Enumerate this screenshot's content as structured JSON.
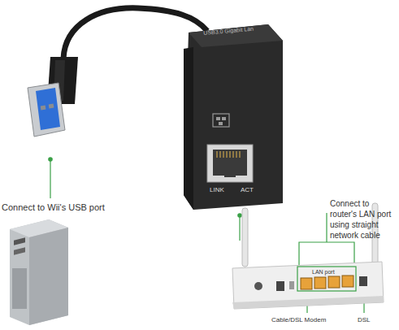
{
  "diagram": {
    "labels": [
      "USB3.0 Gigabit Lan",
      "LINK",
      "ACT",
      "Connect to Wii's USB port",
      "Connect to router's LAN port using straight network cable",
      "LAN port",
      "Cable/DSL Modem",
      "DSL"
    ]
  }
}
